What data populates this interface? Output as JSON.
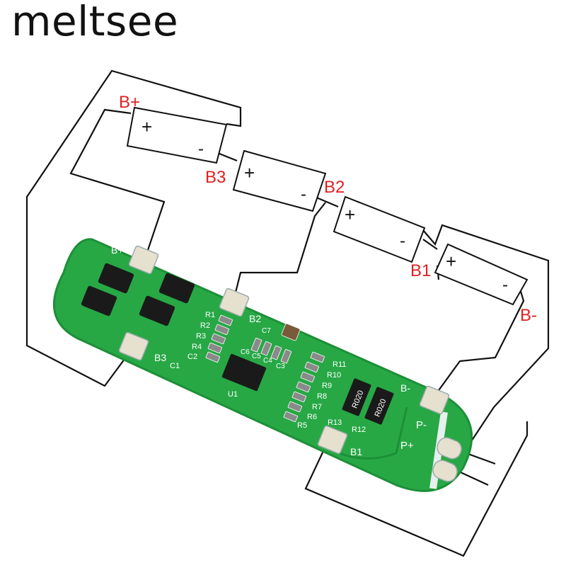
{
  "brand": {
    "name": "meltsee"
  },
  "colors": {
    "wire": "#111111",
    "terminal_label": "#e02020",
    "pcb": "#27a845",
    "pcb_edge": "#1d8f38",
    "silkscreen": "#ffffff",
    "pad": "#e6e0cf",
    "chip": "#1a1a1a"
  },
  "terminals": {
    "b_plus": "B+",
    "b3": "B3",
    "b2": "B2",
    "b1": "B1",
    "b_minus": "B-"
  },
  "cell_polarity": {
    "positive": "+",
    "negative": "-"
  },
  "board": {
    "pad_labels": {
      "b_plus": "B+",
      "b2": "B2",
      "b3": "B3",
      "b1": "B1",
      "b_minus": "B-",
      "p_minus": "P-",
      "p_plus": "P+"
    },
    "chip_label": "U1",
    "shunt_marking": "R020",
    "resistors_left": [
      "R1",
      "R2",
      "R3",
      "R4",
      "C2",
      "C1"
    ],
    "resistors_right": [
      "R11",
      "R10",
      "R9",
      "R8",
      "R7",
      "R6",
      "R5"
    ],
    "caps_mid": [
      "C6",
      "C5",
      "C4",
      "C3",
      "C7"
    ],
    "bottom_labels": [
      "R13",
      "R12"
    ]
  }
}
